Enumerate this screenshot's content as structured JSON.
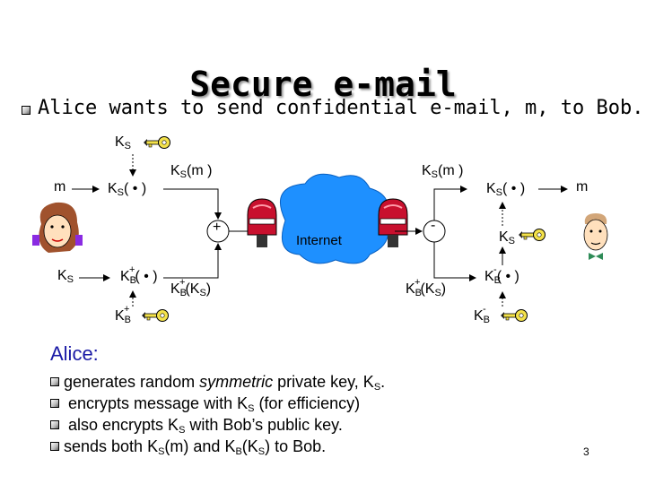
{
  "slide": {
    "title": "Secure e-mail",
    "subtitle": "Alice wants to send confidential e-mail, m, to Bob.",
    "page_number": "3"
  },
  "diagram": {
    "labels": {
      "m": "m",
      "K": "K",
      "S": "S",
      "B": "B",
      "plus": "+",
      "minus": "-",
      "paren_dot": "( • )",
      "paren_m": "(m )",
      "paren_ks_open": "(K",
      "close_paren": ")",
      "internet": "Internet",
      "plus_op": "+",
      "minus_op": "-"
    }
  },
  "notes": {
    "heading": "Alice:",
    "items": [
      {
        "pre": "generates random ",
        "em": "symmetric",
        "post": " private key, K",
        "sub": "S",
        "end": "."
      },
      {
        "pre": " encrypts message with K",
        "sub": "S",
        "post": " (for efficiency)"
      },
      {
        "pre": " also encrypts K",
        "sub": "S",
        "post": " with Bob’s public key."
      },
      {
        "pre": "sends both K",
        "sub": "S",
        "mid": "(m) and K",
        "sub2": "B",
        "mid2": "(K",
        "sub3": "S",
        "post": ") to Bob."
      }
    ]
  },
  "colors": {
    "title_shadow": "#9a9a9a",
    "internet_cloud": "#1e90ff",
    "heading": "#1a1aa6",
    "key_fill": "#f4e24a",
    "lock_red": "#c8102e"
  },
  "icons": [
    "key-icon",
    "alice-face-icon",
    "bob-face-icon",
    "mailbox-icon",
    "bullet-icon"
  ]
}
